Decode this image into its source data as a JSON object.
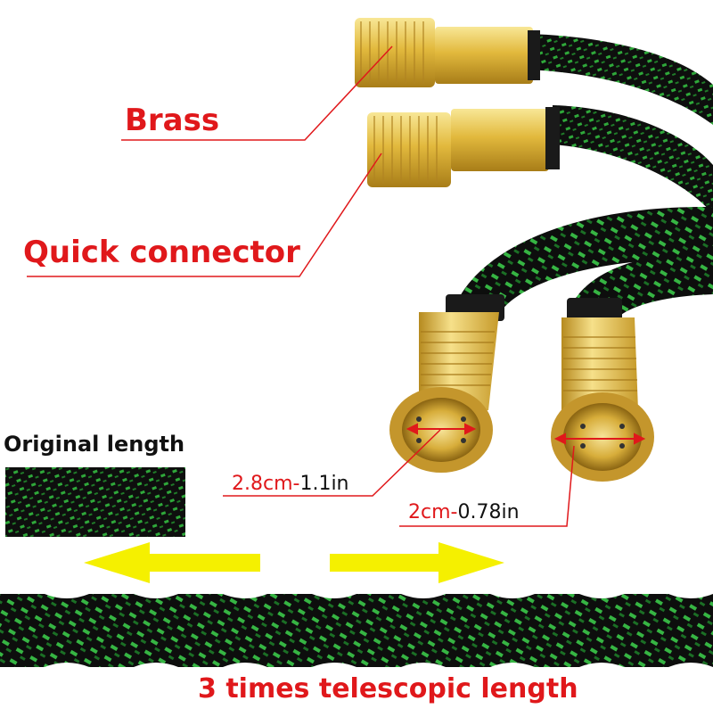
{
  "labels": {
    "brass": "Brass",
    "quick_connector": "Quick connector",
    "original_length": "Original length",
    "large_diameter_cm": "2.8cm-",
    "large_diameter_in": "1.1in",
    "small_diameter_cm": "2cm-",
    "small_diameter_in": "0.78in",
    "telescopic": "3 times telescopic length"
  },
  "colors": {
    "annotation_red": "#e0181b",
    "arrow_yellow": "#f5f000",
    "brass_gold": "#e8c64a",
    "hose_black": "#0e0f0e",
    "hose_green": "#2fa83a"
  }
}
